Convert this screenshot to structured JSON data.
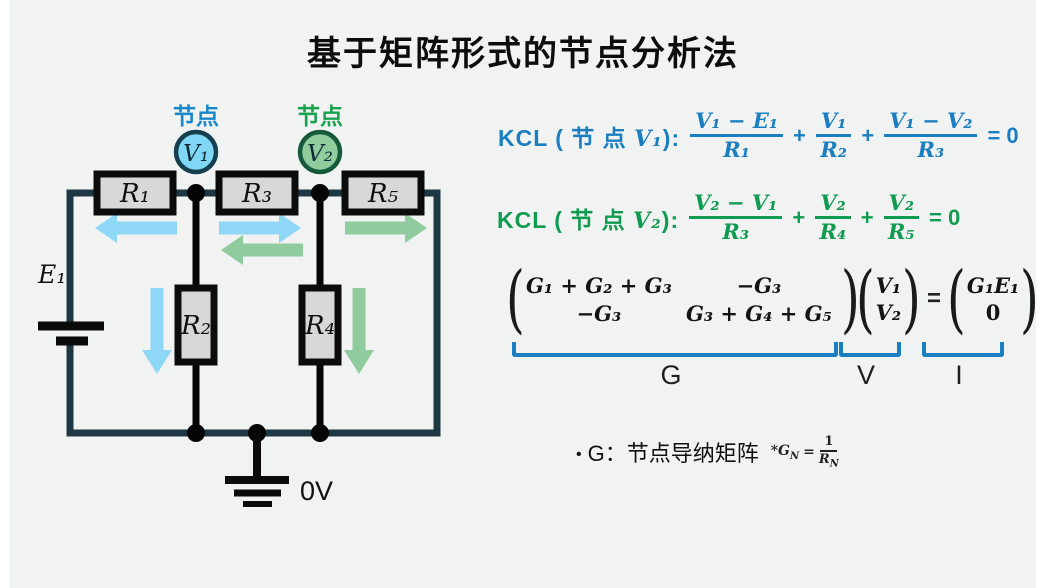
{
  "title": "基于矩阵形式的节点分析法",
  "circuit": {
    "node1_caption": "节点",
    "node2_caption": "节点",
    "v1": "V₁",
    "v2": "V₂",
    "r1": "R₁",
    "r2": "R₂",
    "r3": "R₃",
    "r4": "R₄",
    "r5": "R₅",
    "e1": "E₁",
    "ground_label": "0V"
  },
  "kcl1": {
    "label_prefix": "KCL ( 节 点 ",
    "label_var": "V₁",
    "label_suffix": "):",
    "f1_num": "V₁ − E₁",
    "f1_den": "R₁",
    "plus1": "+",
    "f2_num": "V₁",
    "f2_den": "R₂",
    "plus2": "+",
    "f3_num": "V₁ − V₂",
    "f3_den": "R₃",
    "equals": "= 0"
  },
  "kcl2": {
    "label_prefix": "KCL ( 节 点 ",
    "label_var": "V₂",
    "label_suffix": "):",
    "f1_num": "V₂ − V₁",
    "f1_den": "R₃",
    "plus1": "+",
    "f2_num": "V₂",
    "f2_den": "R₄",
    "plus2": "+",
    "f3_num": "V₂",
    "f3_den": "R₅",
    "equals": "= 0"
  },
  "matrix": {
    "paren_open": "(",
    "paren_close": ")",
    "m11": "G₁ + G₂ + G₃",
    "m12": "−G₃",
    "m21": "−G₃",
    "m22": "G₃ + G₄ + G₅",
    "v1": "V₁",
    "v2": "V₂",
    "equals": "=",
    "b1": "G₁E₁",
    "b2": "0",
    "label_g": "G",
    "label_v": "V",
    "label_i": "I"
  },
  "note": {
    "bullet": "•",
    "text": "G：节点导纳矩阵",
    "f_lhs": "*G",
    "f_lhs_sub": "N",
    "f_eq": "=",
    "f_num": "1",
    "f_den": "R",
    "f_den_sub": "N"
  },
  "colors": {
    "background": "#f1f2f2",
    "kcl_blue": "#1b7ec0",
    "kcl_green": "#0f9b50",
    "caption_blue": "#1a87c9",
    "caption_green": "#18a24e",
    "arrow_blue": "#8ed7f7",
    "arrow_green": "#90cb9e",
    "wire_dark": "#1d3743",
    "node1_fill": "#7fd6f5",
    "node2_fill": "#8fcd9d",
    "resistor_fill": "#d8d8d8",
    "brace_blue": "#1a7fc0"
  }
}
